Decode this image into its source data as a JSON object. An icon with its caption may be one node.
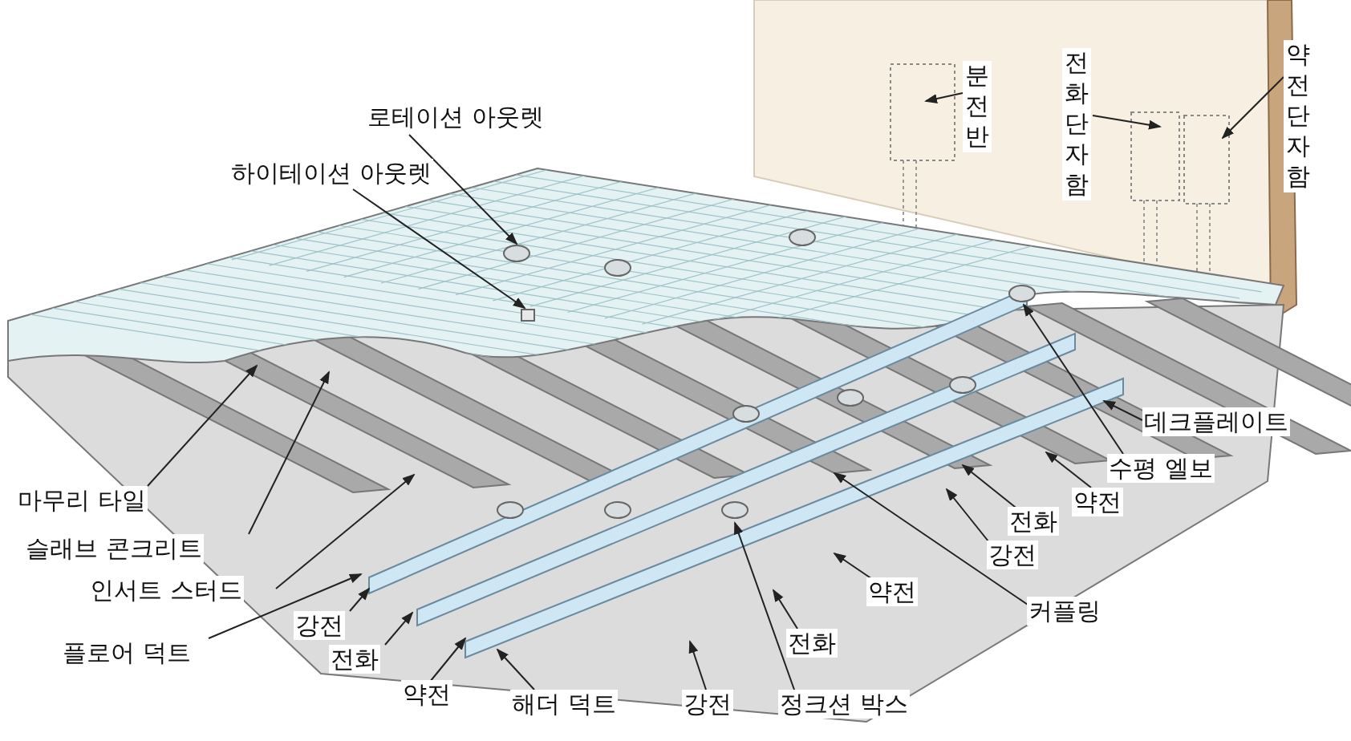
{
  "diagram": {
    "nodes": [
      {
        "text": [
          "로테이션 아웃렛"
        ]
      },
      {
        "text": [
          "하이테이션 아웃렛"
        ]
      },
      {
        "text": [
          "분전반"
        ]
      },
      {
        "text": [
          "전화단자함"
        ]
      },
      {
        "text": [
          "약전단자함"
        ]
      },
      {
        "text": [
          "마무리 타일"
        ]
      },
      {
        "text": [
          "슬래브 콘크리트"
        ]
      },
      {
        "text": [
          "인서트 스터드"
        ]
      },
      {
        "text": [
          "플로어 덕트"
        ]
      },
      {
        "text": [
          "강전"
        ]
      },
      {
        "text": [
          "전화"
        ]
      },
      {
        "text": [
          "약전"
        ]
      },
      {
        "text": [
          "해더 덕트"
        ]
      },
      {
        "text": [
          "강전"
        ]
      },
      {
        "text": [
          "정크션 박스"
        ]
      },
      {
        "text": [
          "전화"
        ]
      },
      {
        "text": [
          "약전"
        ]
      },
      {
        "text": [
          "커플링"
        ]
      },
      {
        "text": [
          "강전"
        ]
      },
      {
        "text": [
          "전화"
        ]
      },
      {
        "text": [
          "약전"
        ]
      },
      {
        "text": [
          "수평 엘보"
        ]
      },
      {
        "text": [
          "데크플레이트"
        ]
      }
    ],
    "edges": [
      {
        "from": 0,
        "to": null,
        "arrow": "to"
      },
      {
        "from": 1,
        "to": null,
        "arrow": "to"
      },
      {
        "from": 2,
        "to": null,
        "arrow": "to"
      },
      {
        "from": 3,
        "to": null,
        "arrow": "to"
      },
      {
        "from": 4,
        "to": null,
        "arrow": "to"
      },
      {
        "from": 5,
        "to": null,
        "arrow": "to"
      },
      {
        "from": 6,
        "to": null,
        "arrow": "to"
      },
      {
        "from": 7,
        "to": null,
        "arrow": "to"
      },
      {
        "from": 8,
        "to": null,
        "arrow": "to"
      },
      {
        "from": 9,
        "to": null,
        "arrow": "to"
      },
      {
        "from": 10,
        "to": null,
        "arrow": "to"
      },
      {
        "from": 11,
        "to": null,
        "arrow": "to"
      },
      {
        "from": 12,
        "to": null,
        "arrow": "to"
      },
      {
        "from": 13,
        "to": null,
        "arrow": "to"
      },
      {
        "from": 14,
        "to": null,
        "arrow": "to"
      },
      {
        "from": 15,
        "to": null,
        "arrow": "to"
      },
      {
        "from": 16,
        "to": null,
        "arrow": "to"
      },
      {
        "from": 17,
        "to": null,
        "arrow": "to"
      },
      {
        "from": 18,
        "to": null,
        "arrow": "to"
      },
      {
        "from": 19,
        "to": null,
        "arrow": "to"
      },
      {
        "from": 20,
        "to": null,
        "arrow": "to"
      },
      {
        "from": 21,
        "to": null,
        "arrow": "to"
      },
      {
        "from": 22,
        "to": null,
        "arrow": "to"
      }
    ]
  }
}
